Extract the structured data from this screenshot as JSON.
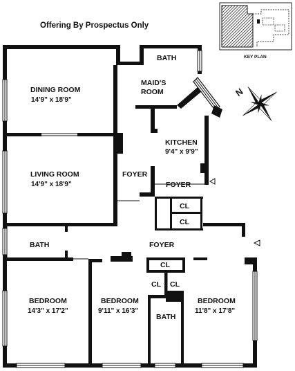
{
  "header": {
    "title": "Offering By Prospectus Only"
  },
  "key_plan": {
    "label": "KEY PLAN"
  },
  "compass": {
    "north": "N"
  },
  "rooms": {
    "bath_top": {
      "name": "BATH"
    },
    "maids_room": {
      "name_line1": "MAID'S",
      "name_line2": "ROOM"
    },
    "dining_room": {
      "name": "DINING ROOM",
      "dims": "14'9\" x 18'9\""
    },
    "kitchen": {
      "name": "KITCHEN",
      "dims": "9'4\" x 9'9\""
    },
    "living_room": {
      "name": "LIVING ROOM",
      "dims": "14'9\" x 18'9\""
    },
    "foyer_left": {
      "name": "FOYER"
    },
    "foyer_right": {
      "name": "FOYER"
    },
    "cl_1": {
      "name": "CL"
    },
    "cl_2": {
      "name": "CL"
    },
    "bath_left": {
      "name": "BATH"
    },
    "foyer_main": {
      "name": "FOYER"
    },
    "cl_3": {
      "name": "CL"
    },
    "cl_4": {
      "name": "CL"
    },
    "cl_5": {
      "name": "CL"
    },
    "bedroom_1": {
      "name": "BEDROOM",
      "dims": "14'3\" x 17'2\""
    },
    "bedroom_2": {
      "name": "BEDROOM",
      "dims": "9'11\" x 16'3\""
    },
    "bedroom_3": {
      "name": "BEDROOM",
      "dims": "11'8\" x 17'8\""
    },
    "bath_bottom": {
      "name": "BATH"
    }
  }
}
